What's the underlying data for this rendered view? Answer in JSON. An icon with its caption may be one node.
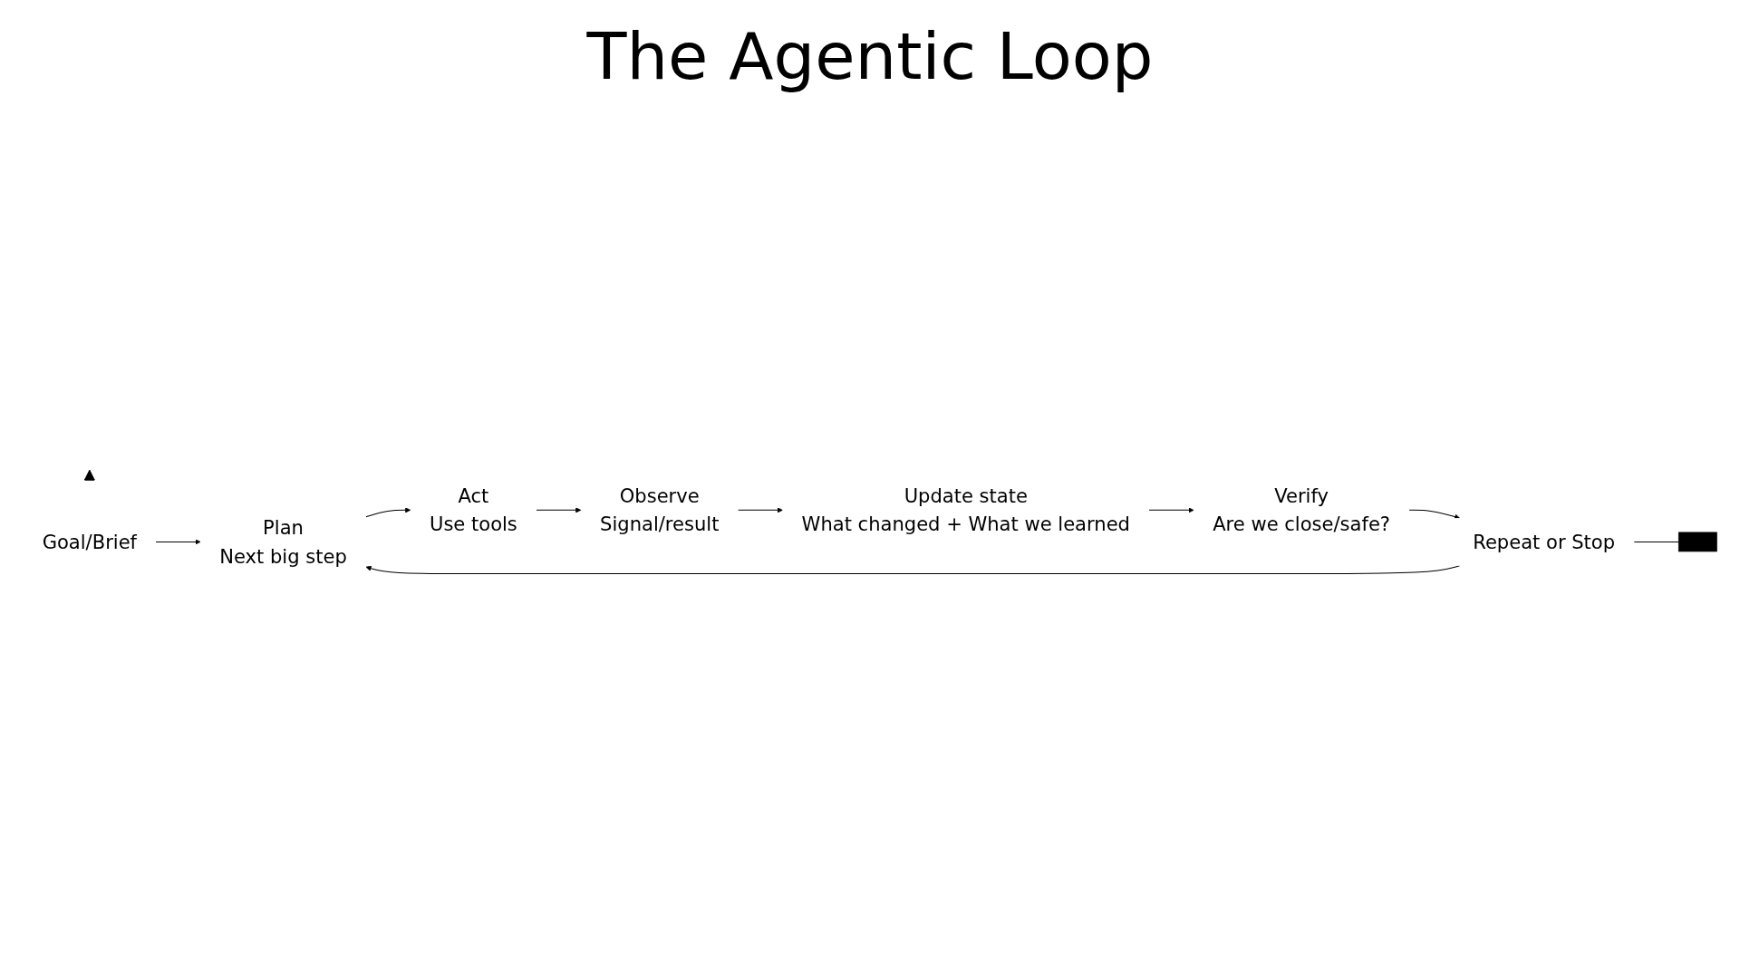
{
  "diagram": {
    "title": "The Agentic Loop",
    "nodes": [
      {
        "text": [],
        "shape": "triangle"
      },
      {
        "text": [
          "Goal/Brief"
        ]
      },
      {
        "text": [
          "Plan",
          "Next big step"
        ]
      },
      {
        "text": [
          "Act",
          "Use tools"
        ]
      },
      {
        "text": [
          "Observe",
          "Signal/result"
        ]
      },
      {
        "text": [
          "Update state",
          "What changed + What we learned"
        ]
      },
      {
        "text": [
          "Verify",
          "Are we close/safe?"
        ]
      },
      {
        "text": [
          "Repeat or Stop"
        ]
      },
      {
        "text": [],
        "shape": "box"
      }
    ],
    "edges": [
      {
        "from": 1,
        "to": 2,
        "arrow": "to"
      },
      {
        "from": 2,
        "to": 3,
        "arrow": "to"
      },
      {
        "from": 3,
        "to": 4,
        "arrow": "to"
      },
      {
        "from": 4,
        "to": 5,
        "arrow": "to"
      },
      {
        "from": 5,
        "to": 6,
        "arrow": "to"
      },
      {
        "from": 6,
        "to": 7,
        "arrow": "to"
      },
      {
        "from": 7,
        "to": 2,
        "arrow": "to"
      },
      {
        "from": 7,
        "to": 8,
        "arrow": "none"
      }
    ]
  }
}
